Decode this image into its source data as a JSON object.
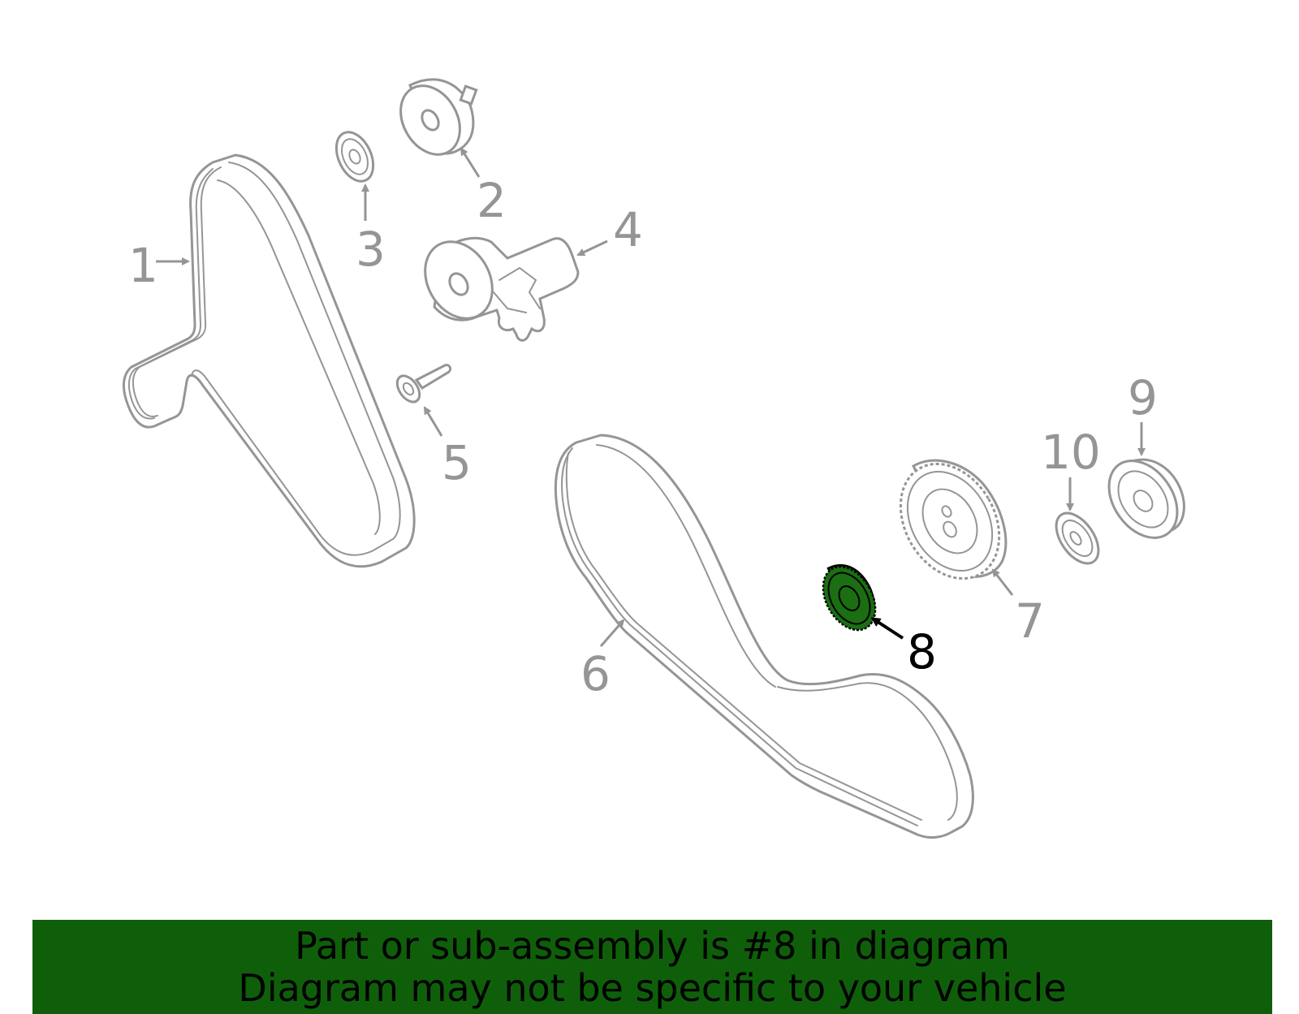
{
  "diagram": {
    "callouts": [
      {
        "id": "1",
        "label": "1",
        "highlighted": false
      },
      {
        "id": "2",
        "label": "2",
        "highlighted": false
      },
      {
        "id": "3",
        "label": "3",
        "highlighted": false
      },
      {
        "id": "4",
        "label": "4",
        "highlighted": false
      },
      {
        "id": "5",
        "label": "5",
        "highlighted": false
      },
      {
        "id": "6",
        "label": "6",
        "highlighted": false
      },
      {
        "id": "7",
        "label": "7",
        "highlighted": false
      },
      {
        "id": "8",
        "label": "8",
        "highlighted": true
      },
      {
        "id": "9",
        "label": "9",
        "highlighted": false
      },
      {
        "id": "10",
        "label": "10",
        "highlighted": false
      }
    ],
    "colors": {
      "line": "#959595",
      "highlight_fill": "#1b6e12",
      "highlight_label": "#000000",
      "banner_bg": "#0f5f0a",
      "banner_text": "#000000"
    }
  },
  "banner": {
    "line1": "Part or sub-assembly is #8 in diagram",
    "line2": "Diagram may not be specific to your vehicle"
  }
}
